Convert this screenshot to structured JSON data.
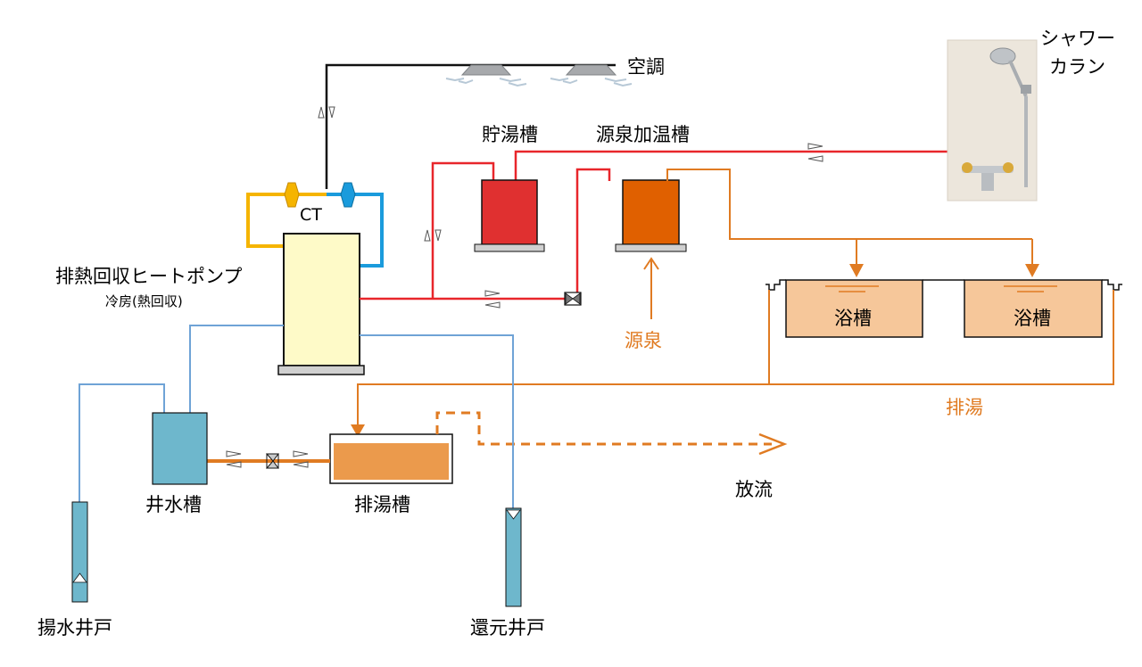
{
  "labels": {
    "aircon": "空調",
    "shower": "シャワー",
    "faucet": "カラン",
    "storage_tank": "貯湯槽",
    "spring_heating_tank": "源泉加温槽",
    "ct": "CT",
    "heat_pump": "排熱回収ヒートポンプ",
    "heat_pump_mode": "冷房(熱回収)",
    "hot_spring_source": "源泉",
    "bath_1": "浴槽",
    "bath_2": "浴槽",
    "waste_hot_water": "排湯",
    "discharge": "放流",
    "well_water_tank": "井水槽",
    "waste_hot_water_tank": "排湯槽",
    "pumping_well": "揚水井戸",
    "return_well": "還元井戸"
  },
  "colors": {
    "hot_line": "#e8262b",
    "waste_line": "#e07b22",
    "well_line": "#6fa3d6",
    "aircon_line": "#111111",
    "ct_warm_line": "#f5b400",
    "ct_cool_line": "#1a9bdc",
    "heat_pump_body": "#fefac8",
    "storage_tank_body": "#e03030",
    "spring_tank_body": "#e06000",
    "bath_body": "#f6c79a",
    "well_tank_body": "#6eb7cc",
    "waste_tank_body": "#eb9a4c",
    "base_plate": "#d0d0d0"
  },
  "icons": {
    "aircon_units": "ceiling-cassette-icon",
    "shower_photo": "shower-faucet-photo",
    "valve": "valve-icon",
    "flow_direction": "flow-arrow-icon"
  }
}
